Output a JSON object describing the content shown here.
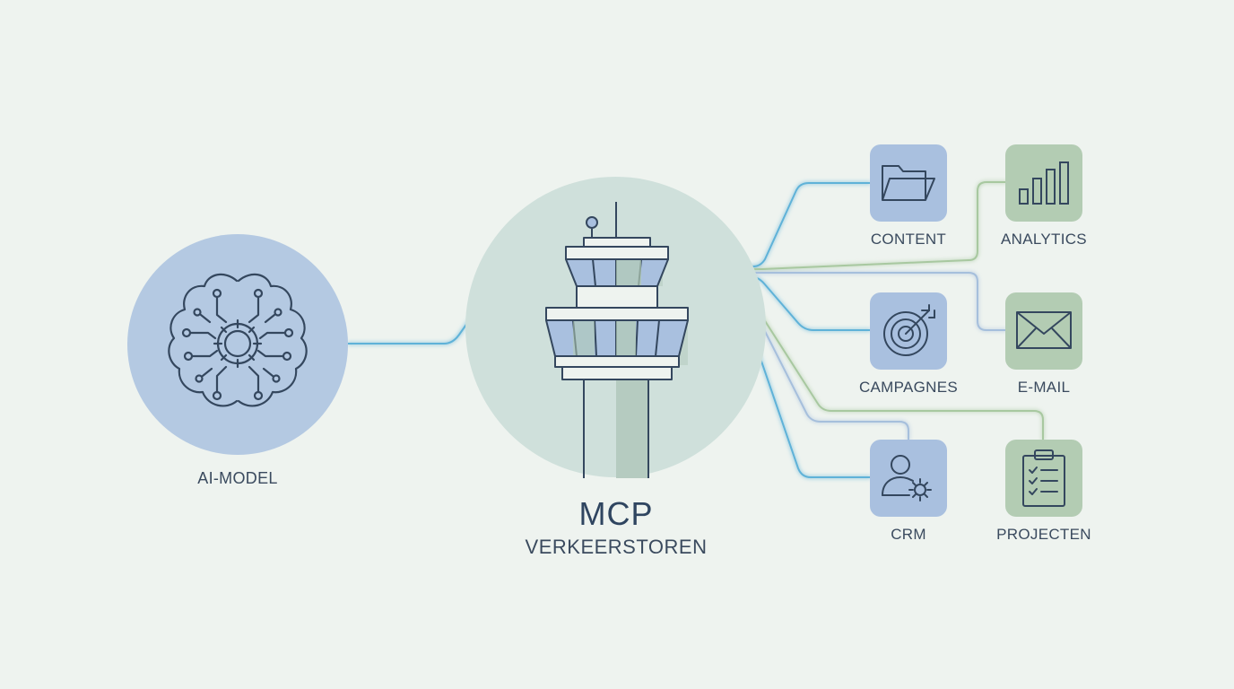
{
  "ai_model": {
    "label": "AI-MODEL",
    "icon": "brain-circuit-icon"
  },
  "tower": {
    "title": "MCP",
    "subtitle": "VERKEERSTOREN",
    "icon": "control-tower-icon"
  },
  "tools": [
    {
      "id": "content",
      "label": "CONTENT",
      "icon": "folder-icon",
      "color": "#a9c0df"
    },
    {
      "id": "analytics",
      "label": "ANALYTICS",
      "icon": "bar-chart-icon",
      "color": "#b3ccb3"
    },
    {
      "id": "campagnes",
      "label": "CAMPAGNES",
      "icon": "target-icon",
      "color": "#a9c0df"
    },
    {
      "id": "email",
      "label": "E-MAIL",
      "icon": "envelope-icon",
      "color": "#b3ccb3"
    },
    {
      "id": "crm",
      "label": "CRM",
      "icon": "user-gear-icon",
      "color": "#a9c0df"
    },
    {
      "id": "projecten",
      "label": "PROJECTEN",
      "icon": "clipboard-checklist-icon",
      "color": "#b3ccb3"
    }
  ],
  "colors": {
    "line_blue": "#5fb2d8",
    "line_green": "#a8c8a0",
    "stroke": "#34475e"
  }
}
